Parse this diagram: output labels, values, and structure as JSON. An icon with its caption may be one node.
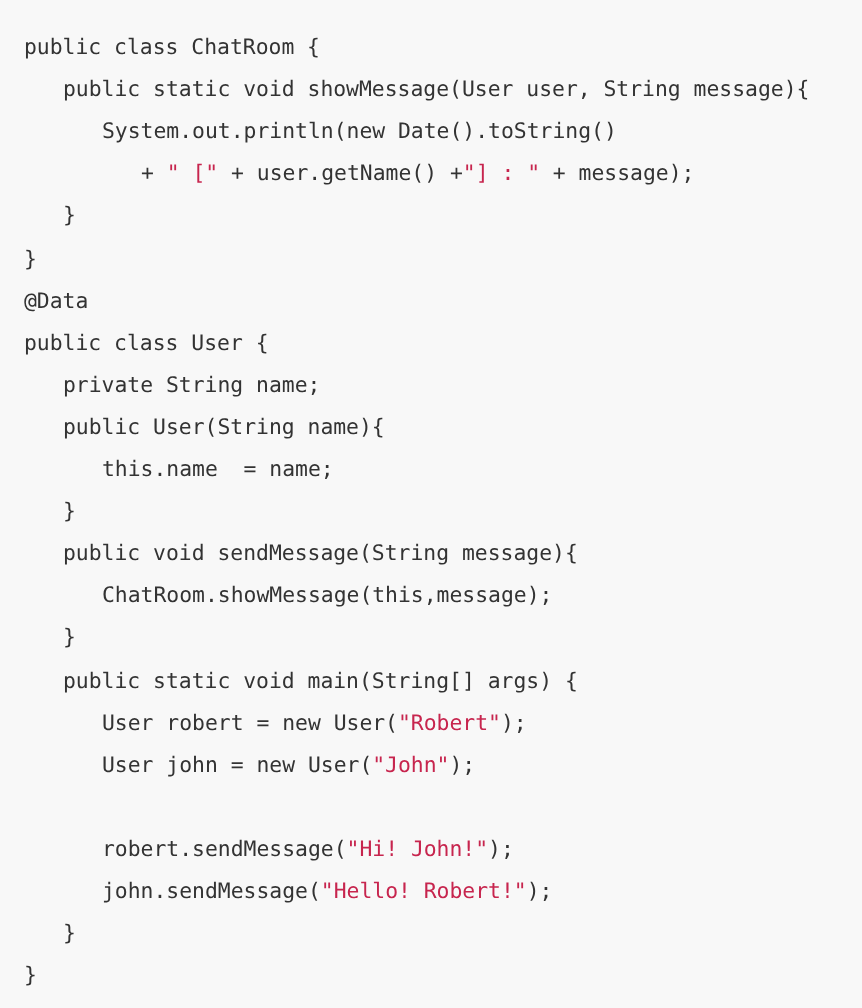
{
  "diagram": {
    "labels": [
      "public class ChatRoom {",
      "public static void showMessage(User user, String message){",
      "System.out.println(new Date().toString()",
      "+ \" [\" + user.getName() +\"] : \" + message);",
      "}",
      "}",
      "@Data",
      "public class User {",
      "private String name;",
      "public User(String name){",
      "this.name  = name;",
      "}",
      "public void sendMessage(String message){",
      "ChatRoom.showMessage(this,message);",
      "}",
      "public static void main(String[] args) {",
      "User robert = new User(\"Robert\");",
      "User john = new User(\"John\");",
      "robert.sendMessage(\"Hi! John!\");",
      "john.sendMessage(\"Hello! Robert!\");",
      "}",
      "}"
    ]
  }
}
